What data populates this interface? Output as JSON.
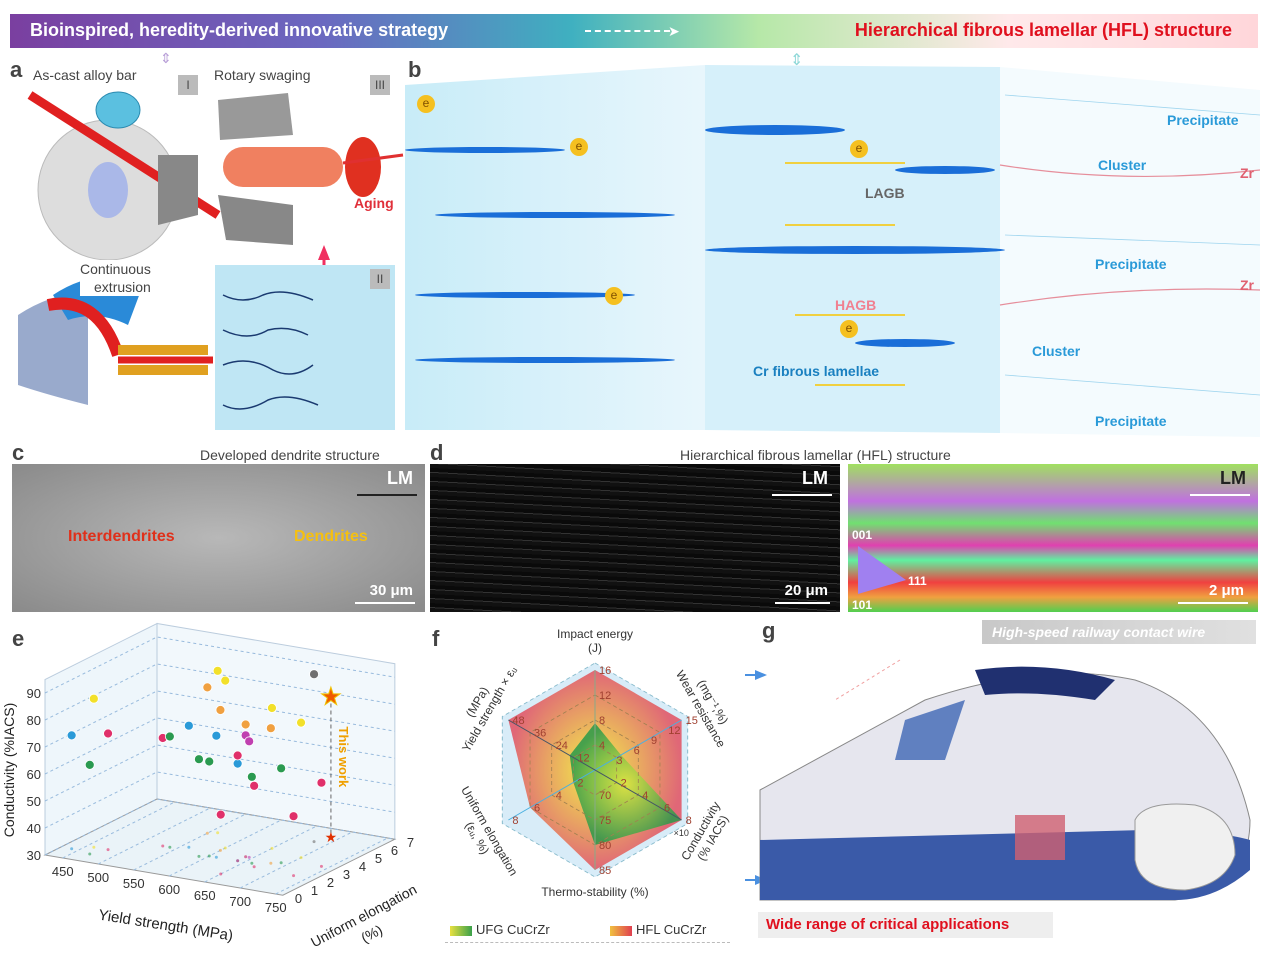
{
  "banner": {
    "left": "Bioinspired, heredity-derived innovative strategy",
    "right": "Hierarchical fibrous lamellar (HFL) structure"
  },
  "panel_a": {
    "label": "a",
    "as_cast": "As-cast alloy bar",
    "rotary": "Rotary swaging",
    "continuous": "Continuous\nextrusion",
    "aging": "Aging",
    "step1": "I",
    "step2": "II",
    "step3": "III"
  },
  "panel_b": {
    "label": "b",
    "electron": "e",
    "lagb": "LAGB",
    "hagb": "HAGB",
    "cr_fibrous": "Cr fibrous lamellae",
    "precipitate": "Precipitate",
    "cluster": "Cluster",
    "zr": "Zr"
  },
  "panel_c": {
    "label": "c",
    "title": "Developed dendrite structure",
    "lm": "LM",
    "interdendrites": "Interdendrites",
    "dendrites": "Dendrites",
    "scale": "30 μm"
  },
  "panel_d": {
    "label": "d",
    "title": "Hierarchical fibrous lamellar (HFL) structure",
    "lm": "LM",
    "scale1": "20 μm",
    "scale2": "2 μm",
    "ipf_001": "001",
    "ipf_111": "111",
    "ipf_101": "101"
  },
  "panel_g": {
    "label": "g",
    "top_tag": "High-speed railway contact wire",
    "bottom_tag": "Wide range of critical applications"
  },
  "chart_data": [
    {
      "type": "scatter",
      "panel": "e",
      "dimensions": "3d",
      "xlabel": "Yield strength (MPa)",
      "ylabel": "Uniform elongation\n(%)",
      "zlabel": "Conductivity (%IACS)",
      "xticks": [
        "450",
        "500",
        "550",
        "600",
        "650",
        "700",
        "750"
      ],
      "yticks": [
        "0",
        "1",
        "2",
        "3",
        "4",
        "5",
        "6",
        "7"
      ],
      "zticks": [
        "30",
        "40",
        "50",
        "60",
        "70",
        "80",
        "90"
      ],
      "annotation": "This work",
      "points": [
        {
          "x": 688,
          "y": 6.2,
          "z": 82,
          "color": "#f08a00",
          "marker": "star"
        },
        {
          "x": 460,
          "y": 1.5,
          "z": 85,
          "color": "#f2e02a"
        },
        {
          "x": 600,
          "y": 3.5,
          "z": 92,
          "color": "#f2e02a"
        },
        {
          "x": 650,
          "y": 4.2,
          "z": 82,
          "color": "#f2e02a"
        },
        {
          "x": 700,
          "y": 3.8,
          "z": 80,
          "color": "#f2e02a"
        },
        {
          "x": 560,
          "y": 4.8,
          "z": 90,
          "color": "#f2e02a"
        },
        {
          "x": 550,
          "y": 4.6,
          "z": 84,
          "color": "#f0a040"
        },
        {
          "x": 600,
          "y": 3.2,
          "z": 82,
          "color": "#f0a040"
        },
        {
          "x": 640,
          "y": 3.0,
          "z": 79,
          "color": "#f0a040"
        },
        {
          "x": 680,
          "y": 2.8,
          "z": 80,
          "color": "#f0a040"
        },
        {
          "x": 440,
          "y": 1.0,
          "z": 72,
          "color": "#2a9ad8"
        },
        {
          "x": 560,
          "y": 3.0,
          "z": 75,
          "color": "#2a9ad8"
        },
        {
          "x": 610,
          "y": 2.5,
          "z": 75,
          "color": "#2a9ad8"
        },
        {
          "x": 640,
          "y": 2.5,
          "z": 66,
          "color": "#2a9ad8"
        },
        {
          "x": 480,
          "y": 1.5,
          "z": 73,
          "color": "#e0306a"
        },
        {
          "x": 530,
          "y": 2.7,
          "z": 70,
          "color": "#e0306a"
        },
        {
          "x": 640,
          "y": 2.5,
          "z": 69,
          "color": "#e0306a"
        },
        {
          "x": 670,
          "y": 2.2,
          "z": 60,
          "color": "#e0306a"
        },
        {
          "x": 650,
          "y": 1.0,
          "z": 52,
          "color": "#e0306a"
        },
        {
          "x": 740,
          "y": 3.3,
          "z": 61,
          "color": "#e0306a"
        },
        {
          "x": 730,
          "y": 2.0,
          "z": 52,
          "color": "#e0306a"
        },
        {
          "x": 640,
          "y": 3.0,
          "z": 75,
          "color": "#c040b0"
        },
        {
          "x": 645,
          "y": 3.0,
          "z": 73,
          "color": "#c040b0"
        },
        {
          "x": 470,
          "y": 0.8,
          "z": 63,
          "color": "#2a9a50"
        },
        {
          "x": 540,
          "y": 2.7,
          "z": 71,
          "color": "#2a9a50"
        },
        {
          "x": 590,
          "y": 2.3,
          "z": 66,
          "color": "#2a9a50"
        },
        {
          "x": 600,
          "y": 2.5,
          "z": 65,
          "color": "#2a9a50"
        },
        {
          "x": 660,
          "y": 2.5,
          "z": 62,
          "color": "#2a9a50"
        },
        {
          "x": 690,
          "y": 3.0,
          "z": 65,
          "color": "#2a9a50"
        },
        {
          "x": 680,
          "y": 5.5,
          "z": 92,
          "color": "#707070"
        }
      ]
    },
    {
      "type": "radar",
      "panel": "f",
      "axes": [
        {
          "label": "Impact energy\n(J)",
          "ticks": [
            "4",
            "8",
            "12",
            "16"
          ],
          "max": 16
        },
        {
          "label": "Wear resistance\n(mg⁻¹,%)",
          "ticks": [
            "3",
            "6",
            "9",
            "12",
            "15"
          ],
          "max": 15
        },
        {
          "label": "Conductivity\n(% IACS)",
          "ticks": [
            "2",
            "4",
            "6",
            "8"
          ],
          "max": 8,
          "multiplier": "×10"
        },
        {
          "label": "Thermo-stability (%)",
          "ticks": [
            "70",
            "75",
            "80",
            "85"
          ],
          "min": 65,
          "max": 85
        },
        {
          "label": "Uniform elongation\n(εᵤ, %)",
          "ticks": [
            "2",
            "4",
            "6",
            "8"
          ],
          "max": 8
        },
        {
          "label": "Yield strength × εᵤ\n(MPa)",
          "ticks": [
            "12",
            "24",
            "36",
            "48"
          ],
          "max": 48
        }
      ],
      "series": [
        {
          "name": "UFG CuCrZr",
          "values": [
            7.5,
            4.5,
            8,
            80,
            2,
            14
          ],
          "color": "#3aa04a"
        },
        {
          "name": "HFL CuCrZr",
          "values": [
            16,
            15,
            8,
            85,
            6,
            48
          ],
          "color": "#e06070"
        }
      ]
    }
  ]
}
